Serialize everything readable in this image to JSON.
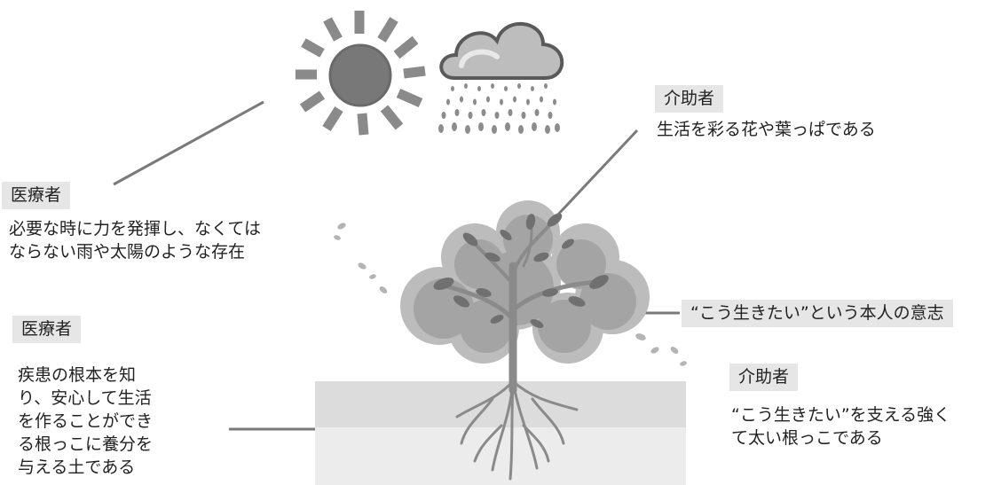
{
  "caregiver_top": {
    "title": "介助者",
    "desc": "生活を彩る花や葉っぱである"
  },
  "medical_upper": {
    "title": "医療者",
    "desc": "必要な時に力を発揮し、なくては\nならない雨や太陽のような存在"
  },
  "will_label": "“こう生きたい”という本人の意志",
  "medical_lower": {
    "title": "医療者",
    "desc": "疾患の根本を知\nり、安心して生活\nを作ることができ\nる根っこに養分を\n与える土である"
  },
  "caregiver_bottom": {
    "title": "介助者",
    "desc": "“こう生きたい”を支える強く\nて太い根っこである"
  },
  "icons": [
    "sun-icon",
    "rain-cloud-icon",
    "tree-icon",
    "soil-block"
  ],
  "colors": {
    "label_bg": "#e6e6e6",
    "line": "#7a7a7a",
    "foliage": "#a8a8a8",
    "soil_top": "#d9d9d9",
    "soil_bottom": "#ececec"
  }
}
